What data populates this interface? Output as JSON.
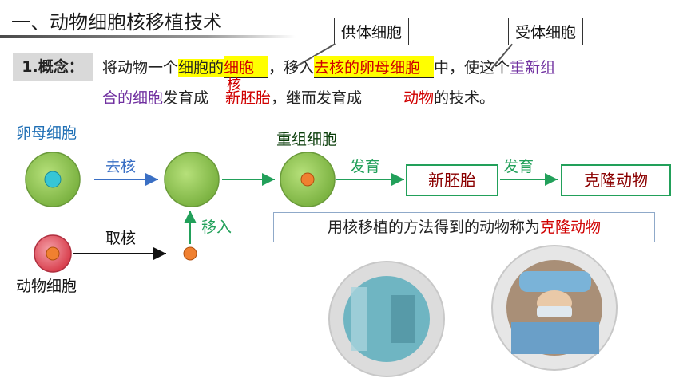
{
  "title": "一、动物细胞核移植技术",
  "callouts": {
    "donor": "供体细胞",
    "recipient": "受体细胞"
  },
  "concept": {
    "label": "1.概念：",
    "line1": {
      "t1": "将动物一个",
      "t2": "细胞的",
      "a1": "细胞",
      "a1b": "核",
      "t3": "，移入",
      "a2": "去核的卵母细胞",
      "t4": "中，使这个",
      "t5": "重新组"
    },
    "line2": {
      "t1": "合的细胞",
      "t2": "发育成",
      "a3": "新胚胎",
      "t3": "，继而发育成",
      "a4": "动物",
      "t4": "的技术。"
    }
  },
  "diagram": {
    "oocyte_label": "卵母细胞",
    "enucleate": "去核",
    "reconstructed": "重组细胞",
    "develop1": "发育",
    "develop2": "发育",
    "new_embryo": "新胚胎",
    "clone_animal": "克隆动物",
    "take_nucleus": "取核",
    "transfer": "移入",
    "animal_cell": "动物细胞"
  },
  "info": {
    "prefix": "用核移植的方法得到的动物称为",
    "highlight": "克隆动物"
  },
  "colors": {
    "green_cell": "#8cc63f",
    "pink_cell": "#e8606a",
    "nucleus_cyan": "#35c6d6",
    "nucleus_orange": "#f08030",
    "arrow_blue": "#3a6fc4",
    "arrow_green": "#22a05a"
  }
}
